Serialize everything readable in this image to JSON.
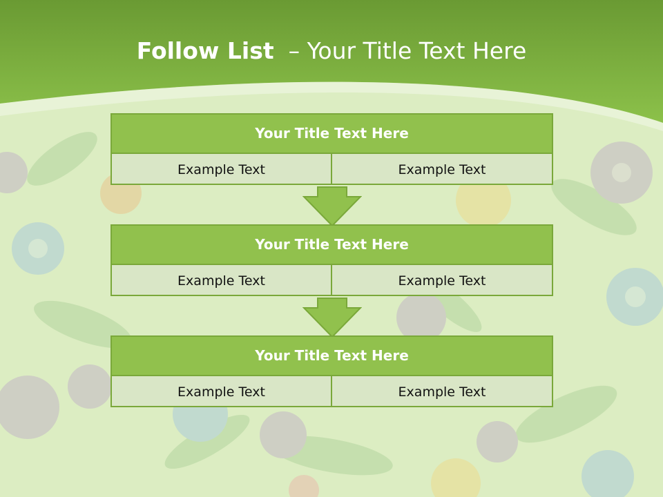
{
  "slide": {
    "title_bold": "Follow List",
    "title_rest": "  – Your Title Text Here"
  },
  "steps": [
    {
      "title": "Your Title Text Here",
      "left": "Example Text",
      "right": "Example Text"
    },
    {
      "title": "Your Title Text Here",
      "left": "Example Text",
      "right": "Example Text"
    },
    {
      "title": "Your Title Text Here",
      "left": "Example Text",
      "right": "Example Text"
    }
  ],
  "colors": {
    "header_green": "#7fb43d",
    "title_bar_green": "#91c14d",
    "cell_fill": "#d9e6c6",
    "background": "#dfeec4"
  }
}
